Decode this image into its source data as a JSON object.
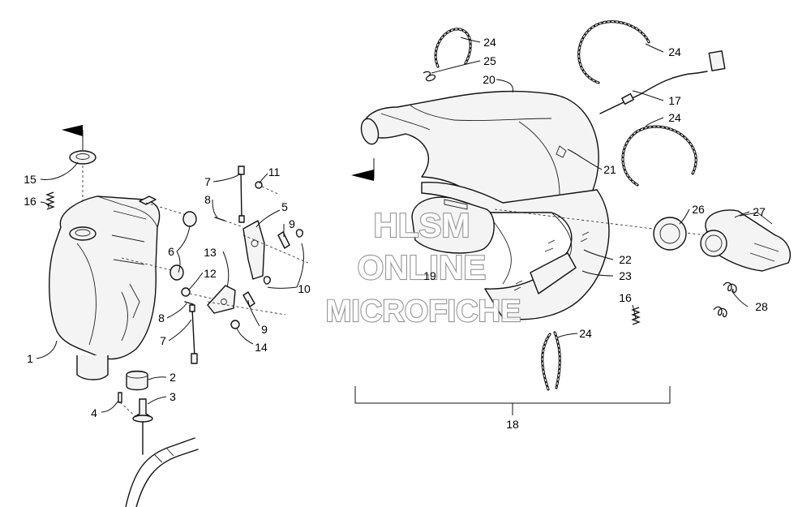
{
  "watermark": {
    "line1": "HLSM",
    "line2": "ONLINE",
    "line3": "MICROFICHE"
  },
  "callouts": {
    "c1": "1",
    "c2": "2",
    "c3": "3",
    "c4": "4",
    "c5": "5",
    "c6": "6",
    "c7a": "7",
    "c7b": "7",
    "c8a": "8",
    "c8b": "8",
    "c9a": "9",
    "c9b": "9",
    "c10": "10",
    "c11": "11",
    "c12": "12",
    "c13": "13",
    "c14": "14",
    "c15": "15",
    "c16a": "16",
    "c16b": "16",
    "c17": "17",
    "c18": "18",
    "c19": "19",
    "c20": "20",
    "c21": "21",
    "c22": "22",
    "c23": "23",
    "c24a": "24",
    "c24b": "24",
    "c24c": "24",
    "c24d": "24",
    "c25": "25",
    "c26": "26",
    "c27": "27",
    "c28": "28"
  }
}
